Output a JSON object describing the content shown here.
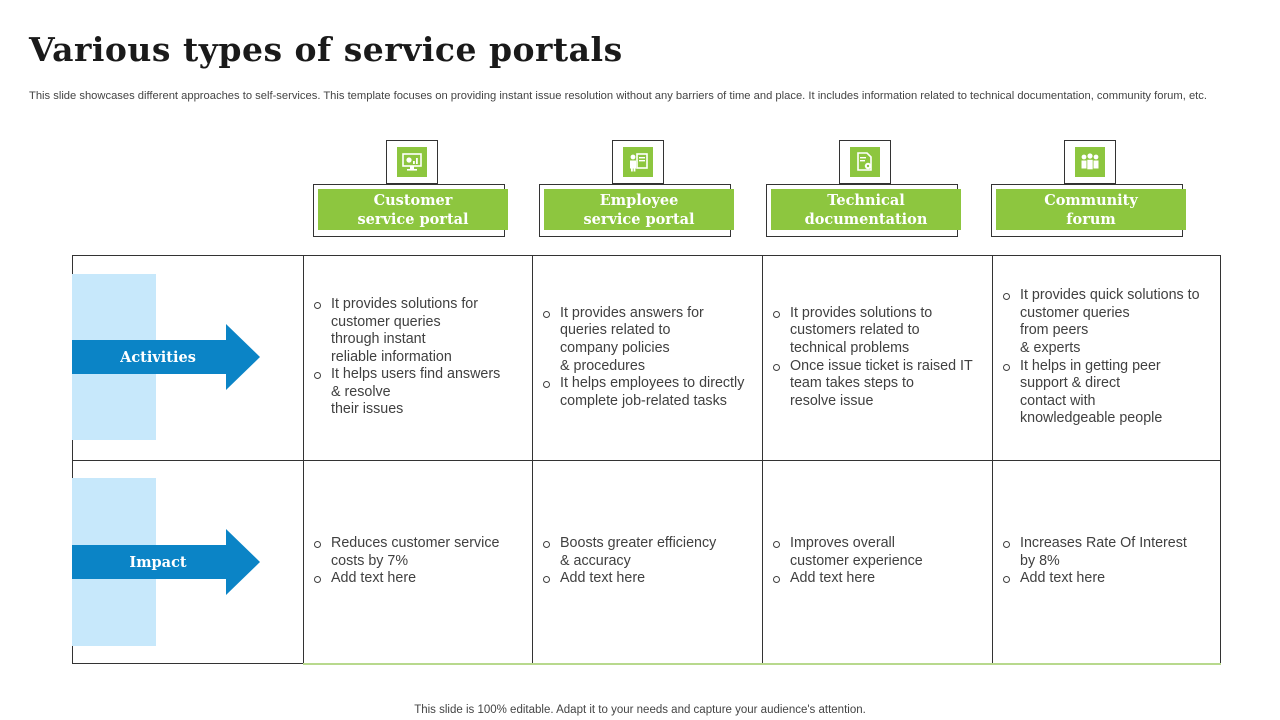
{
  "title": "Various types of service portals",
  "subtitle": "This slide showcases different approaches to self-services. This template focuses on providing instant issue resolution without any barriers of time and place. It includes information related to technical documentation, community forum, etc.",
  "colors": {
    "accent_green": "#8dc63f",
    "arrow_blue": "#0b84c6",
    "row_bg_blue": "#c7e8fb"
  },
  "columns": [
    {
      "label": "Customer\nservice portal",
      "icon": "monitor-chart-icon"
    },
    {
      "label": "Employee\nservice portal",
      "icon": "person-board-icon"
    },
    {
      "label": "Technical\ndocumentation",
      "icon": "document-gear-icon"
    },
    {
      "label": "Community\nforum",
      "icon": "people-group-icon"
    }
  ],
  "rows": [
    {
      "label": "Activities",
      "cells": [
        [
          "It provides solutions for\ncustomer queries\nthrough instant\nreliable information",
          "It helps users find answers\n& resolve\ntheir issues"
        ],
        [
          "It provides answers for\nqueries related to\ncompany policies\n& procedures",
          "It helps employees to directly\ncomplete job-related tasks"
        ],
        [
          "It provides solutions to\ncustomers related to\ntechnical problems",
          "Once issue ticket is raised IT\nteam takes steps to\nresolve issue"
        ],
        [
          "It provides quick solutions to\ncustomer queries\nfrom peers\n& experts",
          "It helps in getting peer\nsupport & direct\ncontact with\nknowledgeable people"
        ]
      ]
    },
    {
      "label": "Impact",
      "cells": [
        [
          "Reduces customer service\ncosts by 7%",
          "Add text here"
        ],
        [
          "Boosts greater efficiency\n& accuracy",
          "Add text here"
        ],
        [
          "Improves overall\ncustomer experience",
          "Add text here"
        ],
        [
          "Increases Rate Of Interest\nby 8%",
          "Add text here"
        ]
      ]
    }
  ],
  "footer": "This slide is 100% editable. Adapt it to your needs and capture your audience's attention."
}
